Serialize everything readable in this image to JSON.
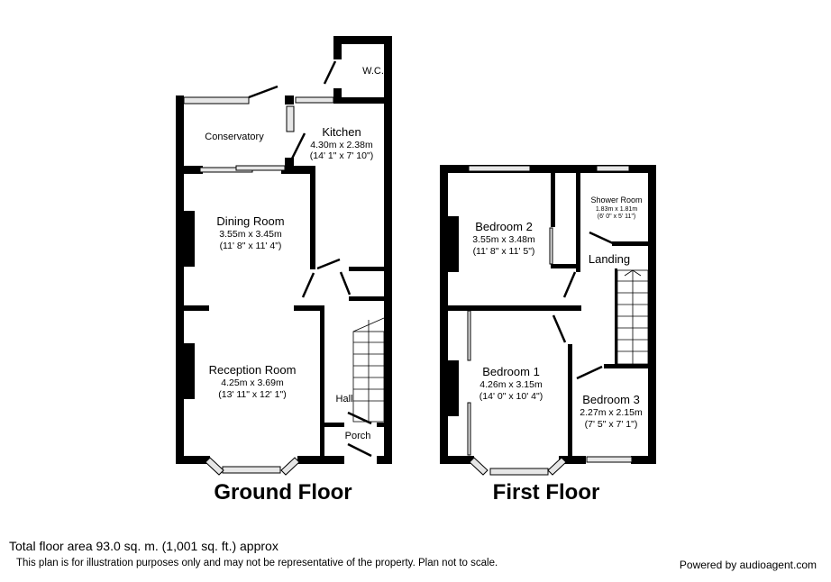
{
  "floors": [
    {
      "title": "Ground Floor",
      "rooms": [
        {
          "name": "W.C."
        },
        {
          "name": "Conservatory"
        },
        {
          "name": "Kitchen",
          "metric": "4.30m x 2.38m",
          "imperial": "(14' 1\" x 7' 10\")"
        },
        {
          "name": "Dining Room",
          "metric": "3.55m x 3.45m",
          "imperial": "(11' 8\" x 11' 4\")"
        },
        {
          "name": "Reception Room",
          "metric": "4.25m x 3.69m",
          "imperial": "(13' 11\" x 12' 1\")"
        },
        {
          "name": "Hall"
        },
        {
          "name": "Porch"
        }
      ]
    },
    {
      "title": "First Floor",
      "rooms": [
        {
          "name": "Bedroom 2",
          "metric": "3.55m x 3.48m",
          "imperial": "(11' 8\" x 11' 5\")"
        },
        {
          "name": "Shower Room",
          "metric": "1.83m x 1.81m",
          "imperial": "(6' 0\" x 5' 11\")"
        },
        {
          "name": "Landing"
        },
        {
          "name": "Bedroom 1",
          "metric": "4.26m x 3.15m",
          "imperial": "(14' 0\" x 10' 4\")"
        },
        {
          "name": "Bedroom 3",
          "metric": "2.27m x 2.15m",
          "imperial": "(7' 5\" x 7' 1\")"
        }
      ]
    }
  ],
  "footer": {
    "total_area": "Total floor area 93.0 sq. m. (1,001 sq. ft.) approx",
    "disclaimer": "This plan is for illustration purposes only and may not be representative of the property. Plan not to scale.",
    "powered_by": "Powered by audioagent.com"
  },
  "colors": {
    "wall": "#000000",
    "background": "#ffffff",
    "window": "#d0d0d0"
  }
}
